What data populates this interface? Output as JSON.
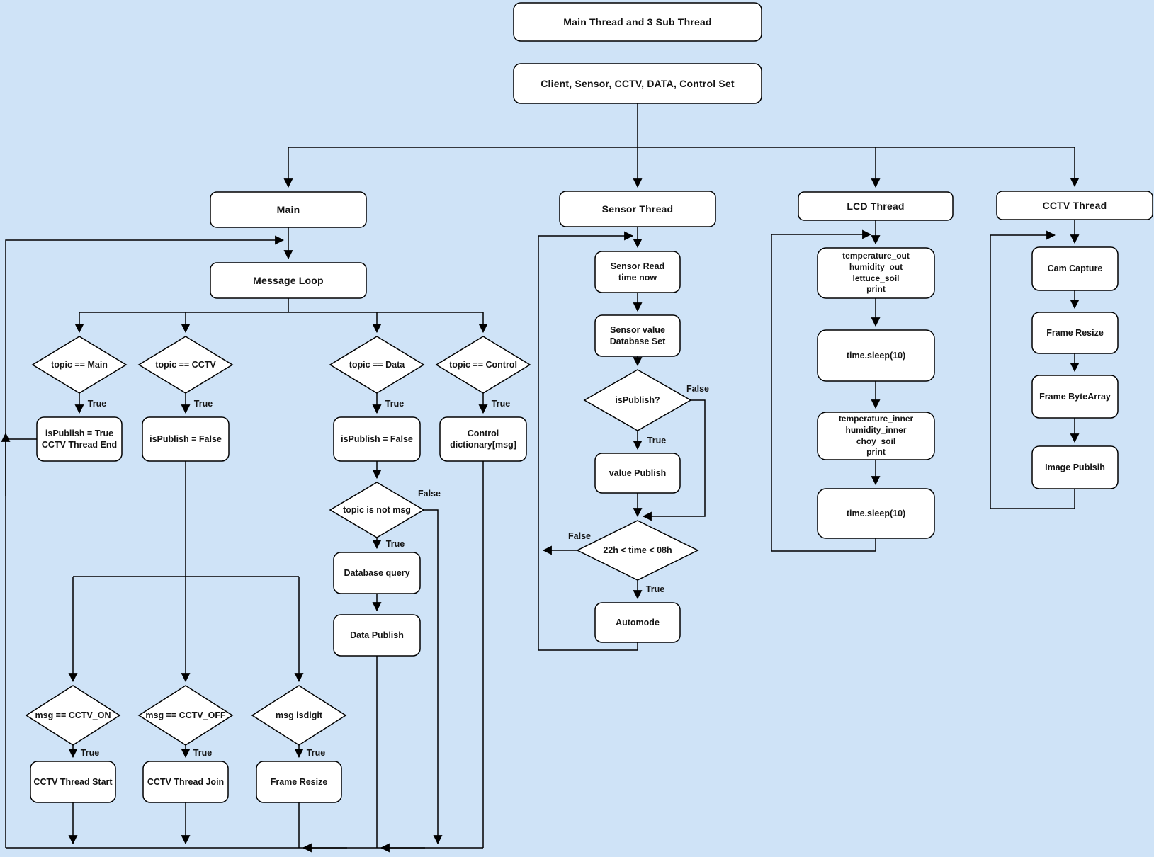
{
  "colors": {
    "background": "#cfe3f7",
    "node_fill": "#ffffff",
    "line": "#000000",
    "text": "#141414"
  },
  "labels": {
    "true": "True",
    "false": "False"
  },
  "nodes": {
    "title": "Main Thread and 3 Sub Thread",
    "subtitle": "Client, Sensor, CCTV, DATA, Control Set",
    "main_header": "Main",
    "message_loop": "Message Loop",
    "sensor_header": "Sensor Thread",
    "lcd_header": "LCD Thread",
    "cctv_header": "CCTV Thread",
    "topic_main": "topic == Main",
    "topic_cctv": "topic == CCTV",
    "topic_data": "topic == Data",
    "topic_control": "topic == Control",
    "ispublish_true": {
      "lines": [
        "isPublish = True",
        "CCTV Thread End"
      ]
    },
    "ispublish_false_cctv": "isPublish = False",
    "ispublish_false_data": "isPublish = False",
    "control_dict": {
      "lines": [
        "Control",
        "dictionary[msg]"
      ]
    },
    "topic_not_msg": "topic is not msg",
    "database_query": "Database query",
    "data_publish": "Data Publish",
    "msg_cctv_on": "msg == CCTV_ON",
    "msg_cctv_off": "msg == CCTV_OFF",
    "msg_isdigit": "msg isdigit",
    "cctv_thread_start": "CCTV Thread Start",
    "cctv_thread_join": "CCTV Thread Join",
    "frame_resize_main": "Frame Resize",
    "sensor_read": {
      "lines": [
        "Sensor Read",
        "time now"
      ]
    },
    "sensor_value": {
      "lines": [
        "Sensor value",
        "Database Set"
      ]
    },
    "ispublish_q": "isPublish?",
    "value_publish": "value Publish",
    "time_check": "22h < time < 08h",
    "automode": "Automode",
    "lcd_print_out": {
      "lines": [
        "temperature_out",
        "humidity_out",
        "lettuce_soil",
        "print"
      ]
    },
    "lcd_sleep1": "time.sleep(10)",
    "lcd_print_inner": {
      "lines": [
        "temperature_inner",
        "humidity_inner",
        "choy_soil",
        "print"
      ]
    },
    "lcd_sleep2": "time.sleep(10)",
    "cam_capture": "Cam Capture",
    "frame_resize_cctv": "Frame Resize",
    "frame_bytearray": "Frame ByteArray",
    "image_publish": "Image Publsih"
  }
}
